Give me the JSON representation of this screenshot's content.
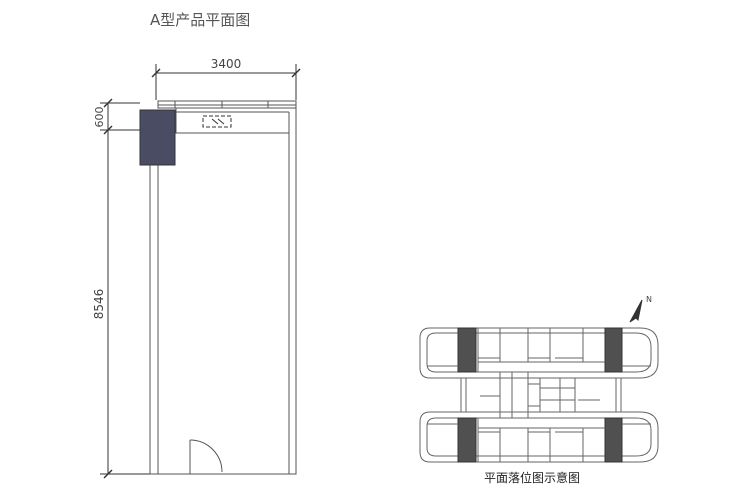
{
  "plan": {
    "title": "A型产品平面图",
    "dim_width": "3400",
    "dim_upper": "600",
    "dim_height": "8546"
  },
  "key_plan": {
    "title": "平面落位图示意图",
    "north": "N"
  },
  "colors": {
    "line": "#555555",
    "dim_line": "#333333",
    "column_fill": "#4a4c63",
    "dark_fill": "#505050",
    "key_line": "#666666"
  }
}
